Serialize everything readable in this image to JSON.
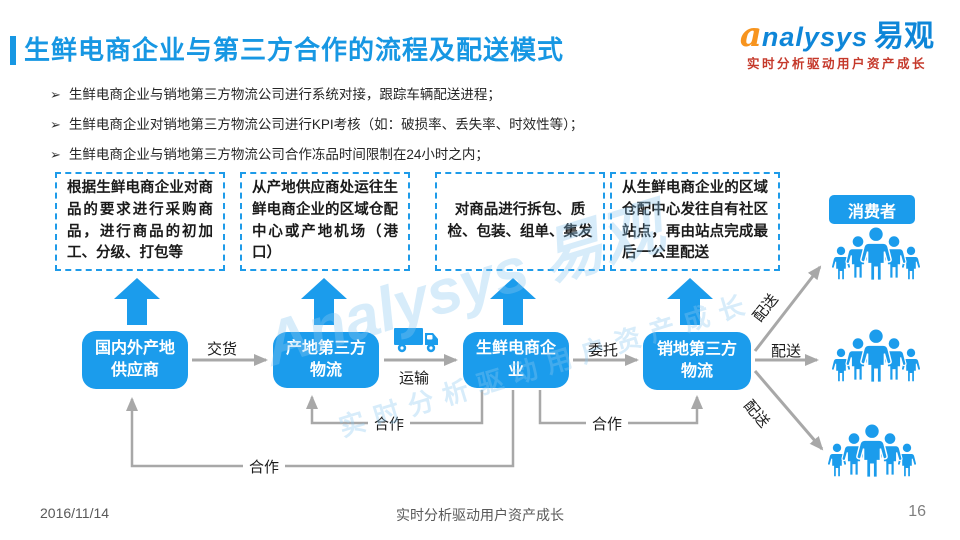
{
  "page": {
    "title": "生鲜电商企业与第三方合作的流程及配送模式",
    "footer_date": "2016/11/14",
    "footer_center": "实时分析驱动用户资产成长",
    "footer_page": "16"
  },
  "logo": {
    "brand_initial": "a",
    "brand_rest": "nalysys",
    "brand_cn": "易观",
    "tagline": "实时分析驱动用户资产成长"
  },
  "bullet_marker": "➢",
  "bullets": [
    "生鲜电商企业与销地第三方物流公司进行系统对接，跟踪车辆配送进程；",
    "生鲜电商企业对销地第三方物流公司进行KPI考核（如：破损率、丢失率、时效性等）；",
    "生鲜电商企业与销地第三方物流公司合作冻品时间限制在24小时之内；"
  ],
  "process_steps": [
    "根据生鲜电商企业对商品的要求进行采购商品，进行商品的初加工、分级、打包等",
    "从产地供应商处运往生鲜电商企业的区域仓配中心或产地机场（港口）",
    "对商品进行拆包、质检、包装、组单、集发",
    "从生鲜电商企业的区域仓配中心发往自有社区站点，再由站点完成最后一公里配送"
  ],
  "flow_nodes": {
    "supplier": "国内外产地供应商",
    "origin_3pl": "产地第三方物流",
    "fresh_ecommerce": "生鲜电商企业",
    "destination_3pl": "销地第三方物流",
    "consumer": "消费者"
  },
  "edge_labels": {
    "deliver": "交货",
    "transport": "运输",
    "entrust": "委托",
    "cooperate": "合作",
    "distribute": "配送"
  },
  "watermark": {
    "brand": "Analysys 易观",
    "tagline": "实时分析驱动用户资产成长"
  },
  "colors": {
    "primary_blue": "#1B9CEC",
    "title_blue": "#1797E3",
    "arrow_gray": "#A8A8A8",
    "logo_blue": "#0E86D8",
    "logo_orange": "#F7941E",
    "tagline_red": "#C5392B"
  }
}
